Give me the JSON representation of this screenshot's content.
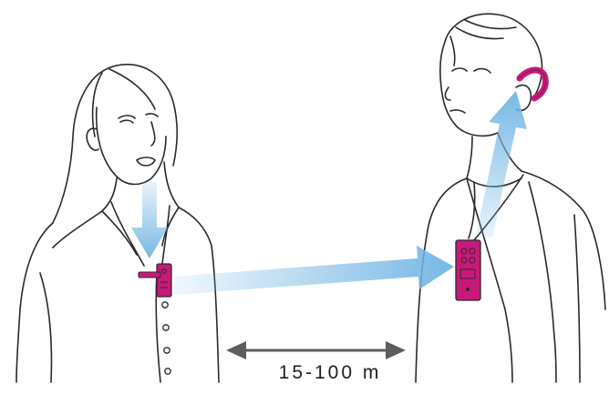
{
  "diagram": {
    "distance_label": "15-100 m",
    "colors": {
      "device": "#c8197a",
      "arrow_blue": "#6fb4e3",
      "distance_arrow": "#5d5d5d",
      "line": "#2a2a2a"
    },
    "icons": {
      "speaker": "woman-figure",
      "listener": "man-figure",
      "transmitter": "transmitter-device",
      "receiver": "receiver-device",
      "earpiece": "hearing-aid"
    }
  }
}
